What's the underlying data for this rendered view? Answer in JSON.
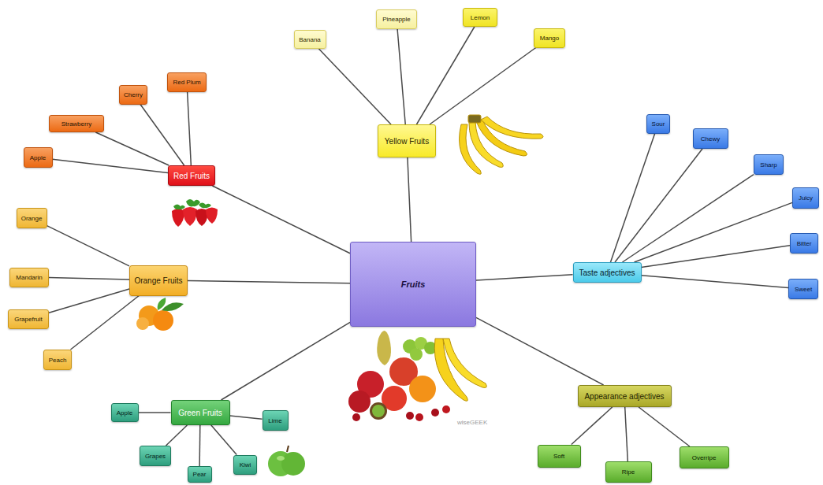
{
  "diagram": {
    "nodes": [
      {
        "text": [
          "Fruits"
        ]
      },
      {
        "text": [
          "Red Fruits"
        ]
      },
      {
        "text": [
          "Apple"
        ]
      },
      {
        "text": [
          "Strawberry"
        ]
      },
      {
        "text": [
          "Cherry"
        ]
      },
      {
        "text": [
          "Red Plum"
        ]
      },
      {
        "text": [
          "Yellow Fruits"
        ]
      },
      {
        "text": [
          "Banana"
        ]
      },
      {
        "text": [
          "Pineapple"
        ]
      },
      {
        "text": [
          "Lemon"
        ]
      },
      {
        "text": [
          "Mango"
        ]
      },
      {
        "text": [
          "Taste adjectives"
        ]
      },
      {
        "text": [
          "Sour"
        ]
      },
      {
        "text": [
          "Chewy"
        ]
      },
      {
        "text": [
          "Sharp"
        ]
      },
      {
        "text": [
          "Juicy"
        ]
      },
      {
        "text": [
          "Bitter"
        ]
      },
      {
        "text": [
          "Sweet"
        ]
      },
      {
        "text": [
          "Orange Fruits"
        ]
      },
      {
        "text": [
          "Orange"
        ]
      },
      {
        "text": [
          "Mandarin"
        ]
      },
      {
        "text": [
          "Grapefruit"
        ]
      },
      {
        "text": [
          "Peach"
        ]
      },
      {
        "text": [
          "Green Fruits"
        ]
      },
      {
        "text": [
          "Apple"
        ]
      },
      {
        "text": [
          "Grapes"
        ]
      },
      {
        "text": [
          "Pear"
        ]
      },
      {
        "text": [
          "Kiwi"
        ]
      },
      {
        "text": [
          "Lime"
        ]
      },
      {
        "text": [
          "Appearance adjectives"
        ]
      },
      {
        "text": [
          "Soft"
        ]
      },
      {
        "text": [
          "Ripe"
        ]
      },
      {
        "text": [
          "Overripe"
        ]
      }
    ],
    "edges": [
      {
        "from": 0,
        "to": 1,
        "arrow": "none"
      },
      {
        "from": 0,
        "to": 6,
        "arrow": "none"
      },
      {
        "from": 0,
        "to": 11,
        "arrow": "none"
      },
      {
        "from": 0,
        "to": 18,
        "arrow": "none"
      },
      {
        "from": 0,
        "to": 23,
        "arrow": "none"
      },
      {
        "from": 0,
        "to": 29,
        "arrow": "none"
      },
      {
        "from": 1,
        "to": 2,
        "arrow": "none"
      },
      {
        "from": 1,
        "to": 3,
        "arrow": "none"
      },
      {
        "from": 1,
        "to": 4,
        "arrow": "none"
      },
      {
        "from": 1,
        "to": 5,
        "arrow": "none"
      },
      {
        "from": 6,
        "to": 7,
        "arrow": "none"
      },
      {
        "from": 6,
        "to": 8,
        "arrow": "none"
      },
      {
        "from": 6,
        "to": 9,
        "arrow": "none"
      },
      {
        "from": 6,
        "to": 10,
        "arrow": "none"
      },
      {
        "from": 11,
        "to": 12,
        "arrow": "none"
      },
      {
        "from": 11,
        "to": 13,
        "arrow": "none"
      },
      {
        "from": 11,
        "to": 14,
        "arrow": "none"
      },
      {
        "from": 11,
        "to": 15,
        "arrow": "none"
      },
      {
        "from": 11,
        "to": 16,
        "arrow": "none"
      },
      {
        "from": 11,
        "to": 17,
        "arrow": "none"
      },
      {
        "from": 18,
        "to": 19,
        "arrow": "none"
      },
      {
        "from": 18,
        "to": 20,
        "arrow": "none"
      },
      {
        "from": 18,
        "to": 21,
        "arrow": "none"
      },
      {
        "from": 18,
        "to": 22,
        "arrow": "none"
      },
      {
        "from": 23,
        "to": 24,
        "arrow": "none"
      },
      {
        "from": 23,
        "to": 25,
        "arrow": "none"
      },
      {
        "from": 23,
        "to": 26,
        "arrow": "none"
      },
      {
        "from": 23,
        "to": 27,
        "arrow": "none"
      },
      {
        "from": 23,
        "to": 28,
        "arrow": "none"
      },
      {
        "from": 29,
        "to": 30,
        "arrow": "none"
      },
      {
        "from": 29,
        "to": 31,
        "arrow": "none"
      },
      {
        "from": 29,
        "to": 32,
        "arrow": "none"
      }
    ],
    "labels": [
      "wiseGEEK"
    ]
  }
}
